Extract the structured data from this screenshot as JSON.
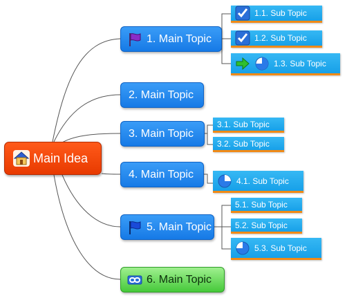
{
  "central": {
    "label": "Main Idea",
    "icon": "home-icon",
    "color": "#f04a0c"
  },
  "topics": [
    {
      "label": "1. Main Topic",
      "icon": "flag-purple-icon",
      "subs": [
        {
          "label": "1.1.  Sub Topic",
          "icon": "checkbox-icon"
        },
        {
          "label": "1.2.  Sub Topic",
          "icon": "checkbox-icon"
        },
        {
          "label": "1.3.  Sub Topic",
          "icon": "arrow-right-icon",
          "icon2": "progress-pie-icon"
        }
      ]
    },
    {
      "label": "2. Main Topic",
      "subs": []
    },
    {
      "label": "3. Main Topic",
      "subs": [
        {
          "label": "3.1.  Sub Topic"
        },
        {
          "label": "3.2.  Sub Topic"
        }
      ]
    },
    {
      "label": "4. Main Topic",
      "subs": [
        {
          "label": "4.1.  Sub Topic",
          "icon": "progress-pie-icon"
        }
      ]
    },
    {
      "label": "5. Main Topic",
      "icon": "flag-blue-icon",
      "subs": [
        {
          "label": "5.1.  Sub Topic"
        },
        {
          "label": "5.2.  Sub Topic"
        },
        {
          "label": "5.3.  Sub Topic",
          "icon": "progress-pie-icon"
        }
      ]
    },
    {
      "label": "6. Main Topic",
      "icon": "link-icon",
      "subs": []
    }
  ],
  "colors": {
    "main_topic": "#1f86ee",
    "main_topic_6": "#6fdc5c",
    "sub_topic": "#22aaee",
    "sub_underline": "#f08a16",
    "connector": "#555555"
  }
}
